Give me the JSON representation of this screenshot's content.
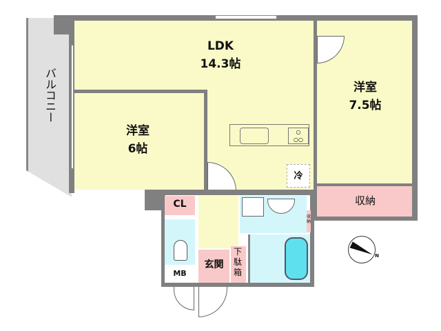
{
  "rooms": {
    "ldk": {
      "name": "LDK",
      "size": "14.3帖"
    },
    "western_6": {
      "name": "洋室",
      "size": "6帖"
    },
    "western_75": {
      "name": "洋室",
      "size": "7.5帖"
    },
    "storage_main": "収納",
    "balcony": "バルコニー",
    "closet": "CL",
    "meter_box": "MB",
    "entrance": "玄関",
    "shoe_box": "下駄箱",
    "small_storage": "収納",
    "fridge": "冷"
  },
  "colors": {
    "room": "#fafac8",
    "storage": "#f9c9c9",
    "wet_area": "#d3f6fb",
    "wall": "#808080",
    "balcony": "#e0e0e0",
    "bathtub": "#5fe0ee"
  },
  "compass": {
    "icon": "north-arrow-icon",
    "label": "N"
  }
}
